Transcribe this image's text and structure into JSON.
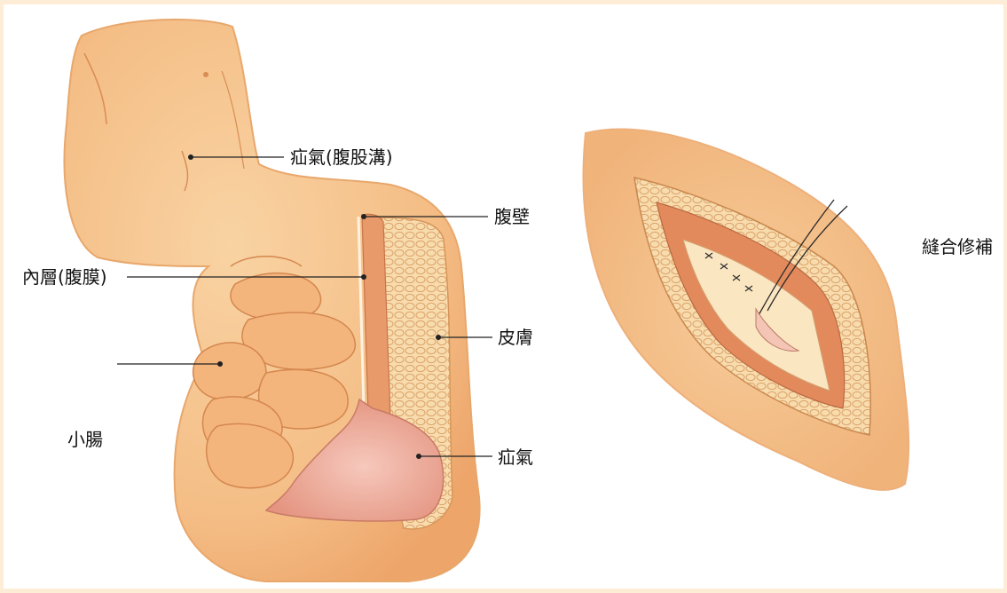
{
  "labels": {
    "hernia_groin": "疝氣(腹股溝)",
    "abdominal_wall": "腹壁",
    "inner_layer": "內層(腹膜)",
    "skin": "皮膚",
    "small_intestine": "小腸",
    "hernia": "疝氣",
    "suture_repair": "縫合修補"
  },
  "colors": {
    "frame": "#fdecd6",
    "skin": "#f6c48e",
    "skin_dark": "#ec9f5e",
    "intestine": "#f3b27a",
    "muscle": "#e0855a",
    "fat": "#f7d7a6",
    "hernia_sac": "#f0b0a0",
    "leader_line": "#222222"
  }
}
